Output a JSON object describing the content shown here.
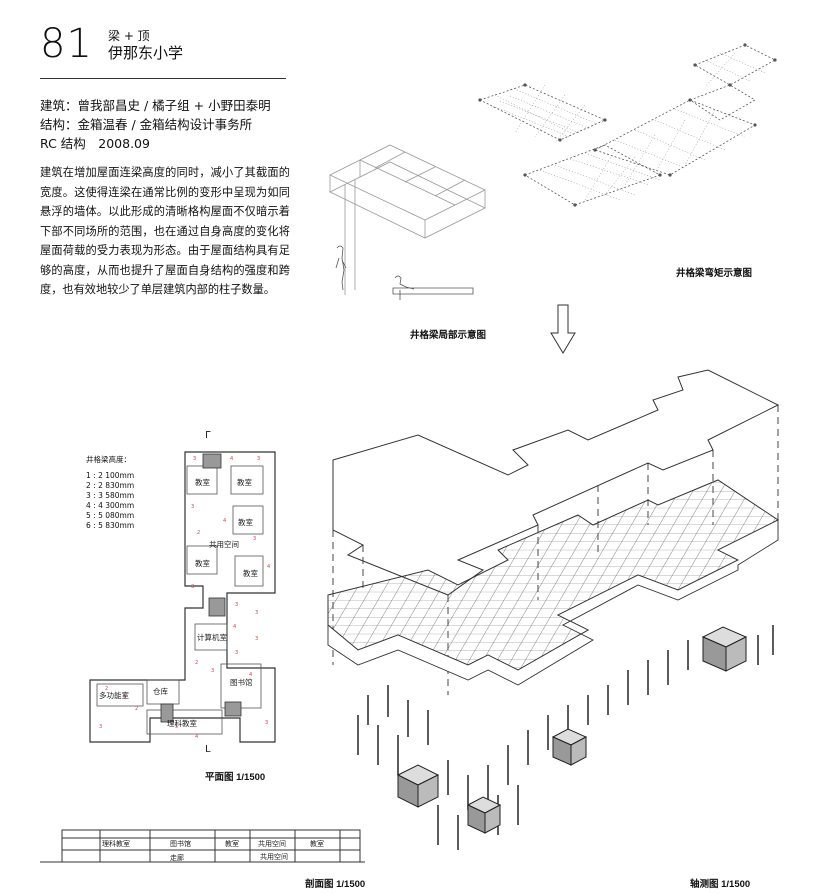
{
  "header": {
    "number": "81",
    "subtitle": "梁 + 顶",
    "title": "伊那东小学"
  },
  "credits": {
    "architect": "建筑：曾我部昌史 / 橘子组 + 小野田泰明",
    "structure": "结构：金箱温春 / 金箱结构设计事务所",
    "system": "RC 结构　2008.09"
  },
  "description": "建筑在增加屋面连梁高度的同时，减小了其截面的宽度。这使得连梁在通常比例的变形中呈现为如同悬浮的墙体。以此形成的清晰格构屋面不仅暗示着下部不同场所的范围，也在通过自身高度的变化将屋面荷载的受力表现为形态。由于屋面结构具有足够的高度，从而也提升了屋面自身结构的强度和跨度，也有效地较少了单层建筑内部的柱子数量。",
  "captions": {
    "moment": "井格梁弯矩示意图",
    "detail": "井格梁局部示意图",
    "plan": "平面图 1/1500",
    "section": "剖面图 1/1500",
    "axon": "轴测图 1/1500"
  },
  "legend": {
    "title": "井格梁高度：",
    "items": [
      "1 : 2 100mm",
      "2 : 2 830mm",
      "3 : 3 580mm",
      "4 : 4 300mm",
      "5 : 5 080mm",
      "6 : 5 830mm"
    ]
  },
  "plan_labels": {
    "c1": "教室",
    "c2": "教室",
    "c3": "教室",
    "c4": "教室",
    "c5": "教室",
    "shared": "共用空间",
    "computer": "计算机室",
    "library": "图书馆",
    "storage": "仓库",
    "multi": "多功能室",
    "science": "理科教室"
  },
  "section_labels": {
    "s1": "理科教室",
    "s2": "图书馆",
    "s3": "教室",
    "s4": "共用空间",
    "s5": "教室",
    "corridor": "走廊",
    "shared2": "共用空间"
  },
  "plan_marks": {
    "top": "Γ",
    "bottom": "L"
  }
}
